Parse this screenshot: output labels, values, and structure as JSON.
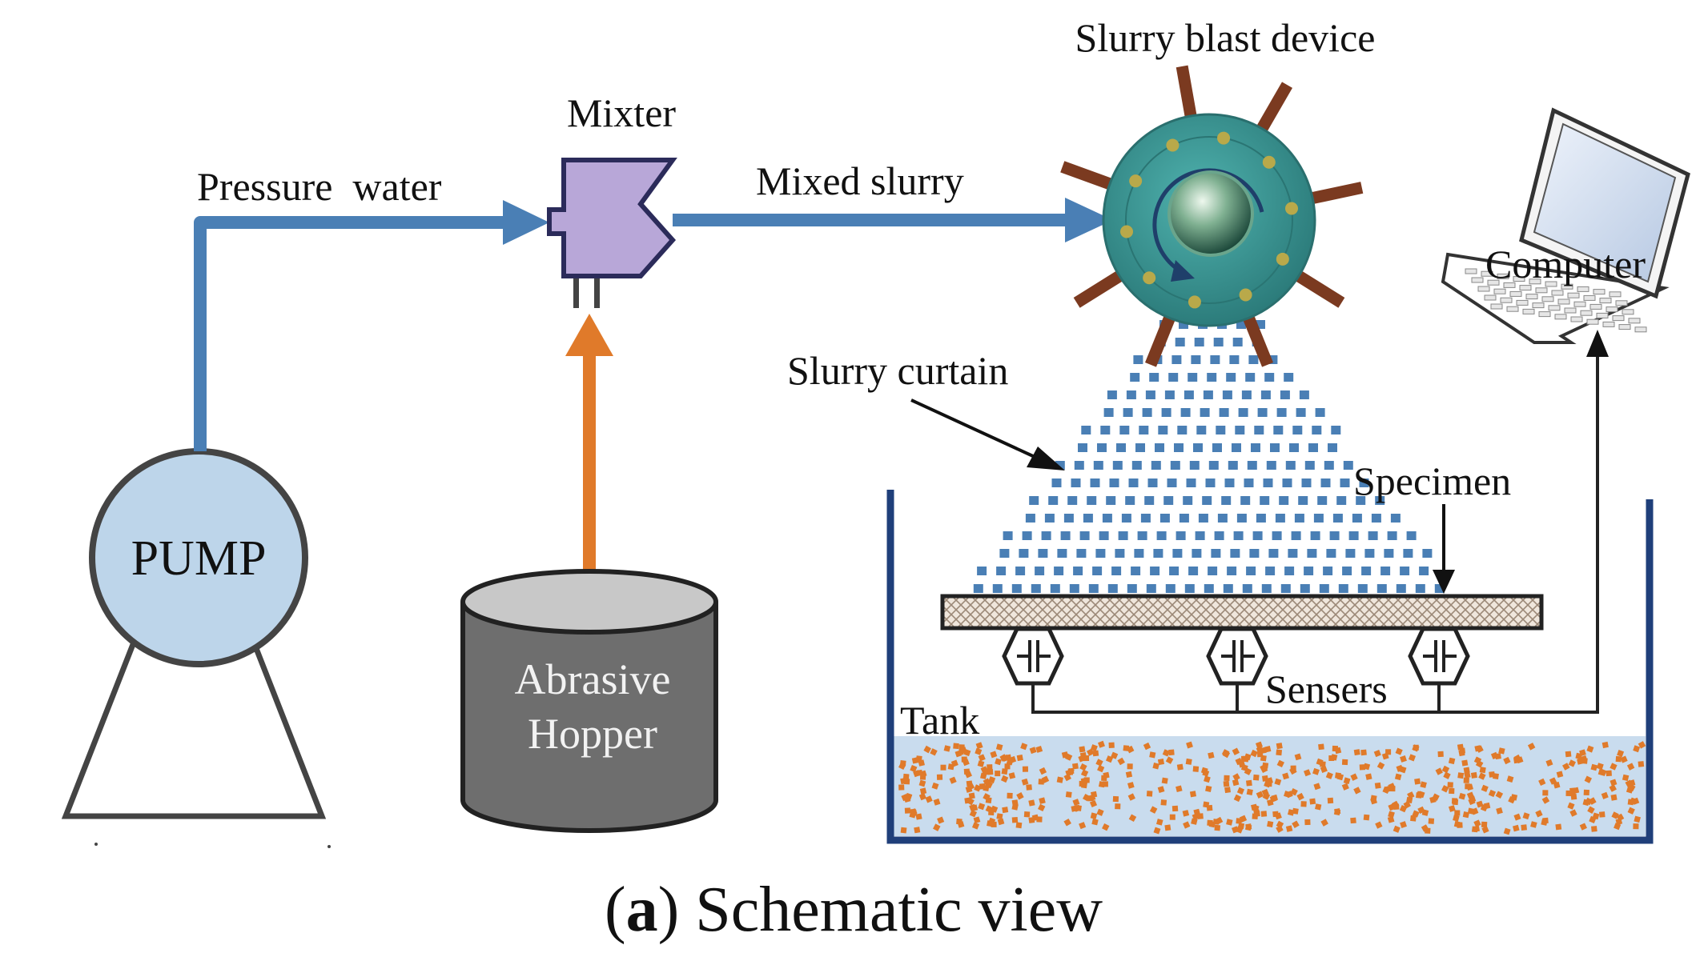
{
  "labels": {
    "pump": "PUMP",
    "pressure_water": "Pressure  water",
    "mixter": "Mixter",
    "mixed_slurry": "Mixed slurry",
    "slurry_blast_device": "Slurry blast device",
    "computer": "Computer",
    "slurry_curtain": "Slurry curtain",
    "specimen": "Specimen",
    "sensers": "Sensers",
    "tank": "Tank",
    "hopper_line1": "Abrasive",
    "hopper_line2": "Hopper"
  },
  "caption": {
    "letter": "a",
    "open": "(",
    "close": ")",
    "text": " Schematic view"
  },
  "colors": {
    "pipe_blue": "#4a7fb5",
    "abrasive_orange": "#e07a2a",
    "pump_fill": "#bdd5ea",
    "mixer_fill": "#b8a7d8",
    "device_teal": "#3c9a98",
    "spoke_brown": "#7b3a20",
    "hopper_gray": "#6e6e6e",
    "tank_blue": "#1f3f7a",
    "water_fill": "#c9dcee",
    "curtain_blue": "#4a7fb5"
  }
}
